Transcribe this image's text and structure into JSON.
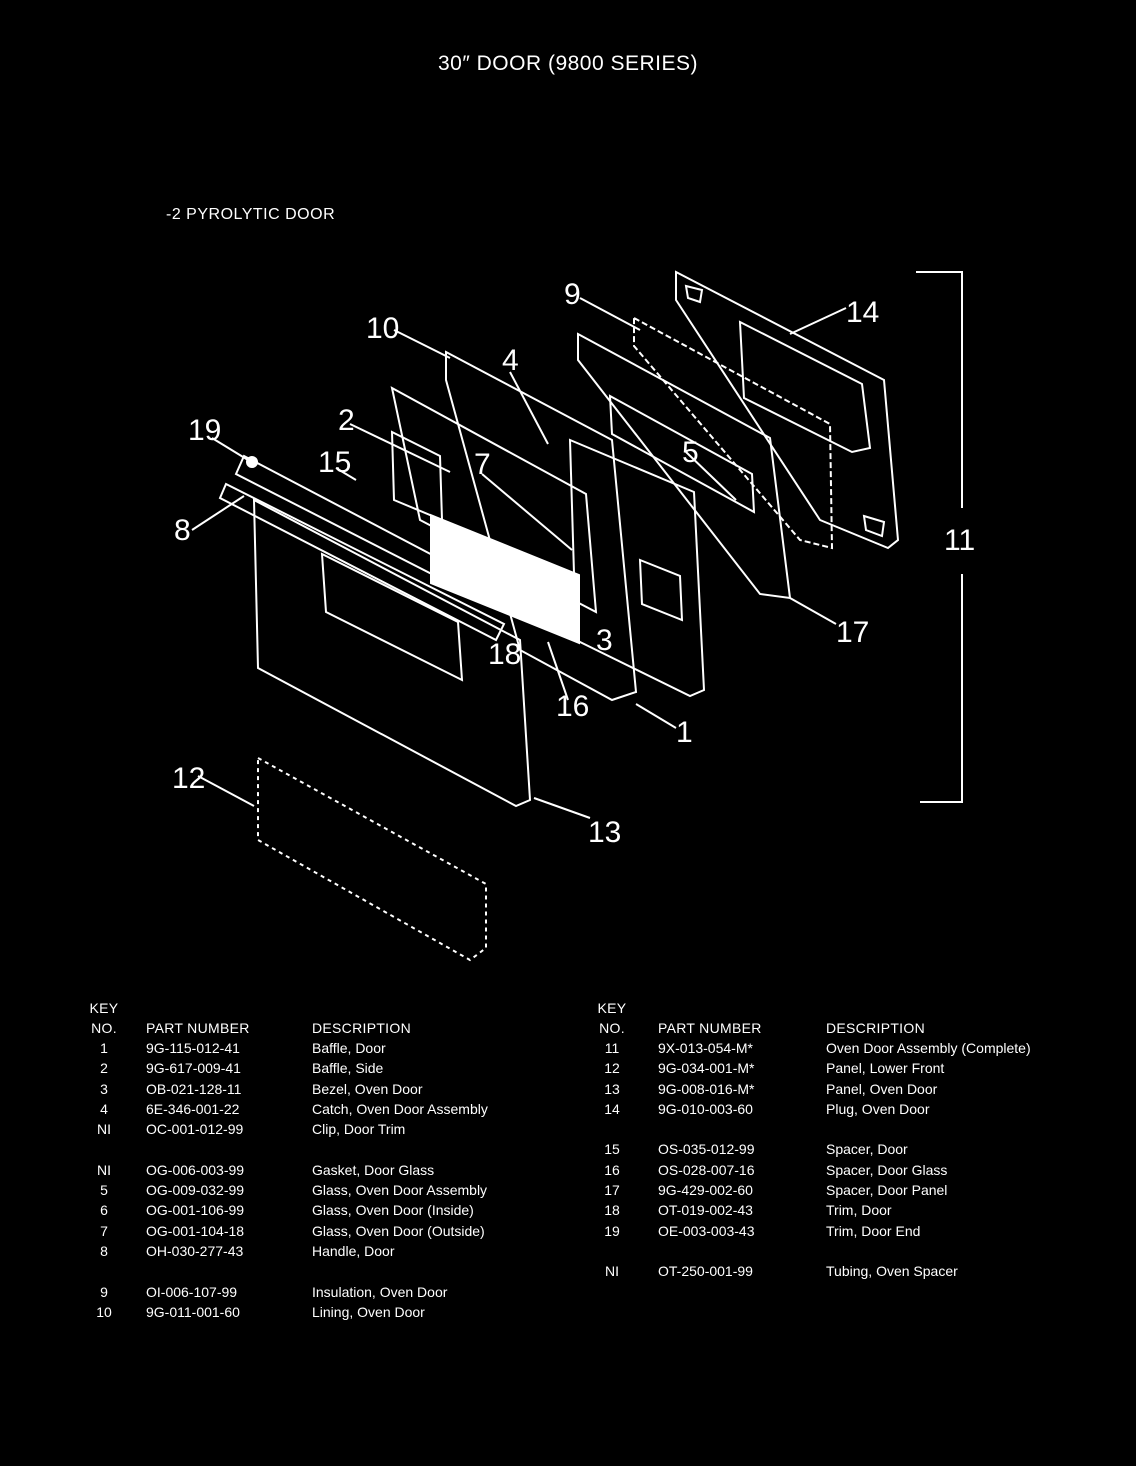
{
  "title": "30″ DOOR (9800 SERIES)",
  "subtitle": "-2 PYROLYTIC DOOR",
  "callouts": [
    "9",
    "14",
    "10",
    "4",
    "19",
    "2",
    "15",
    "7",
    "5",
    "8",
    "11",
    "3",
    "18",
    "16",
    "17",
    "1",
    "12",
    "13"
  ],
  "table_headers": {
    "key_line1": "KEY",
    "key_line2": "NO.",
    "part_number": "PART NUMBER",
    "description": "DESCRIPTION"
  },
  "left_parts": [
    {
      "key": "1",
      "part": "9G-115-012-41",
      "desc": "Baffle, Door"
    },
    {
      "key": "2",
      "part": "9G-617-009-41",
      "desc": "Baffle, Side"
    },
    {
      "key": "3",
      "part": "OB-021-128-11",
      "desc": "Bezel, Oven Door"
    },
    {
      "key": "4",
      "part": "6E-346-001-22",
      "desc": "Catch, Oven Door Assembly"
    },
    {
      "key": "NI",
      "part": "OC-001-012-99",
      "desc": "Clip, Door Trim"
    },
    {
      "key": "",
      "part": "",
      "desc": ""
    },
    {
      "key": "NI",
      "part": "OG-006-003-99",
      "desc": "Gasket, Door Glass"
    },
    {
      "key": "5",
      "part": "OG-009-032-99",
      "desc": "Glass, Oven Door Assembly"
    },
    {
      "key": "6",
      "part": "OG-001-106-99",
      "desc": "Glass, Oven Door (Inside)"
    },
    {
      "key": "7",
      "part": "OG-001-104-18",
      "desc": "Glass, Oven Door (Outside)"
    },
    {
      "key": "8",
      "part": "OH-030-277-43",
      "desc": "Handle, Door"
    },
    {
      "key": "",
      "part": "",
      "desc": ""
    },
    {
      "key": "9",
      "part": "OI-006-107-99",
      "desc": "Insulation, Oven Door"
    },
    {
      "key": "10",
      "part": "9G-011-001-60",
      "desc": "Lining, Oven Door"
    }
  ],
  "right_parts": [
    {
      "key": "11",
      "part": "9X-013-054-M*",
      "desc": "Oven Door Assembly (Complete)"
    },
    {
      "key": "12",
      "part": "9G-034-001-M*",
      "desc": "Panel, Lower Front"
    },
    {
      "key": "13",
      "part": "9G-008-016-M*",
      "desc": "Panel, Oven Door"
    },
    {
      "key": "14",
      "part": "9G-010-003-60",
      "desc": "Plug, Oven Door"
    },
    {
      "key": "",
      "part": "",
      "desc": ""
    },
    {
      "key": "15",
      "part": "OS-035-012-99",
      "desc": "Spacer, Door"
    },
    {
      "key": "16",
      "part": "OS-028-007-16",
      "desc": "Spacer, Door Glass"
    },
    {
      "key": "17",
      "part": "9G-429-002-60",
      "desc": "Spacer, Door Panel"
    },
    {
      "key": "18",
      "part": "OT-019-002-43",
      "desc": "Trim, Door"
    },
    {
      "key": "19",
      "part": "OE-003-003-43",
      "desc": "Trim, Door End"
    },
    {
      "key": "",
      "part": "",
      "desc": ""
    },
    {
      "key": "NI",
      "part": "OT-250-001-99",
      "desc": "Tubing, Oven Spacer"
    }
  ]
}
